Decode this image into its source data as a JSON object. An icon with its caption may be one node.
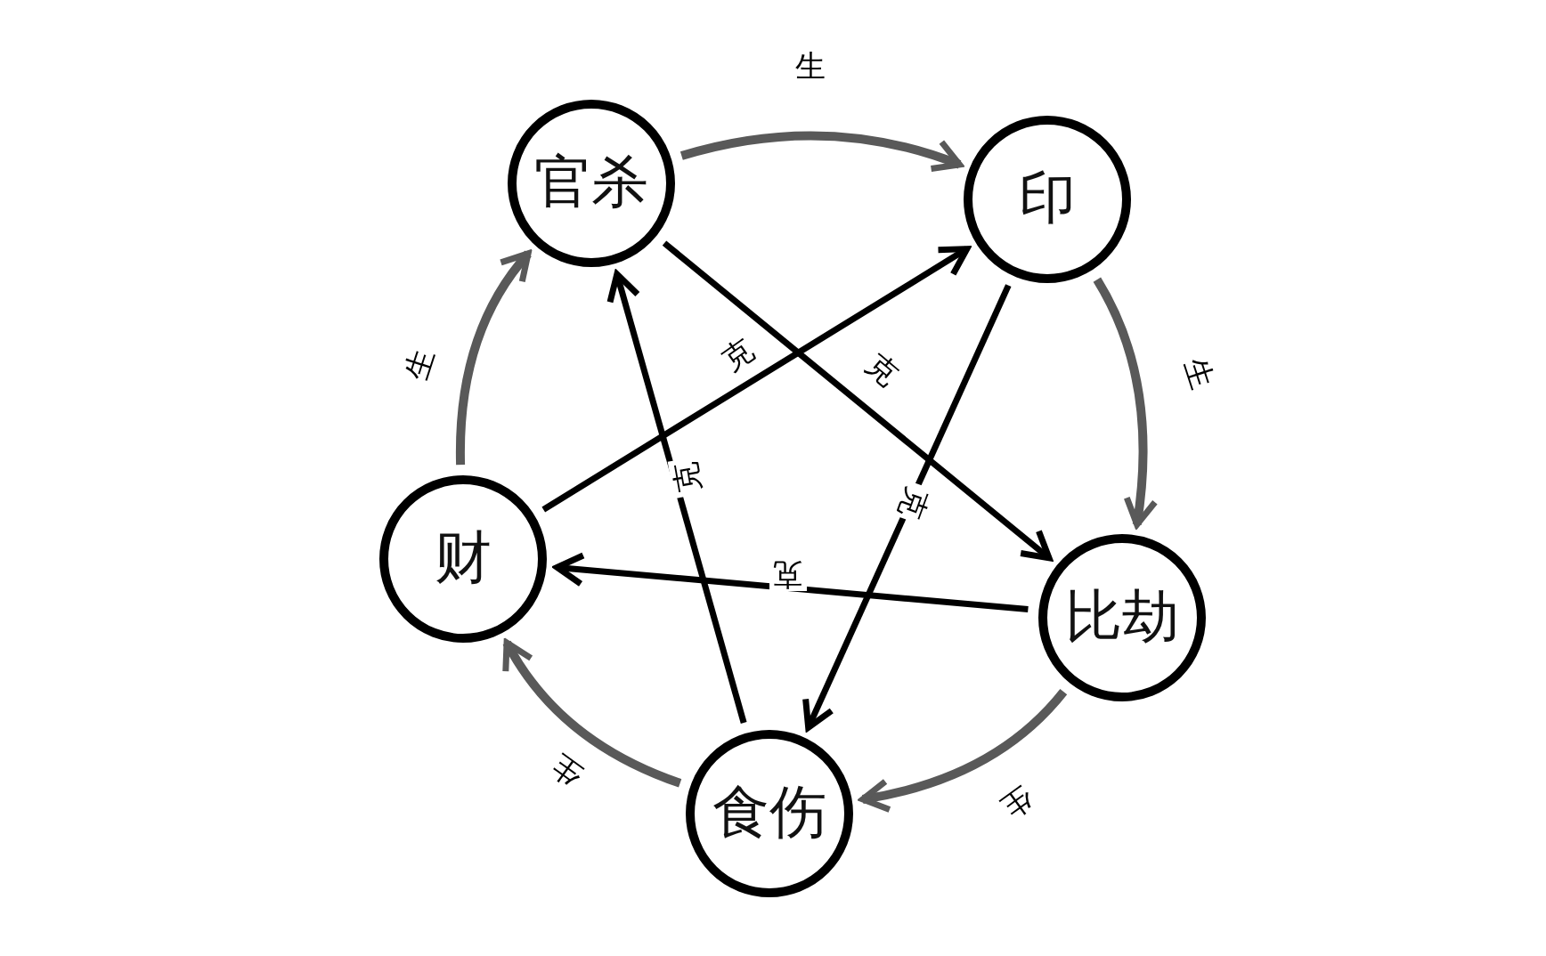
{
  "diagram": {
    "nodes": [
      {
        "text": [
          "官杀"
        ]
      },
      {
        "text": [
          "印"
        ]
      },
      {
        "text": [
          "比劫"
        ]
      },
      {
        "text": [
          "食伤"
        ]
      },
      {
        "text": [
          "财"
        ]
      }
    ],
    "edges": [
      {
        "from": 0,
        "to": 1,
        "arrow": "to",
        "label": "生"
      },
      {
        "from": 1,
        "to": 2,
        "arrow": "to",
        "label": "生"
      },
      {
        "from": 2,
        "to": 3,
        "arrow": "to",
        "label": "生"
      },
      {
        "from": 3,
        "to": 4,
        "arrow": "to",
        "label": "生"
      },
      {
        "from": 4,
        "to": 0,
        "arrow": "to",
        "label": "生"
      },
      {
        "from": 0,
        "to": 2,
        "arrow": "to",
        "label": "克",
        "color": "#000000"
      },
      {
        "from": 2,
        "to": 4,
        "arrow": "to",
        "label": "克",
        "color": "#000000"
      },
      {
        "from": 4,
        "to": 1,
        "arrow": "to",
        "label": "克",
        "color": "#000000"
      },
      {
        "from": 1,
        "to": 3,
        "arrow": "to",
        "label": "克",
        "color": "#000000"
      },
      {
        "from": 3,
        "to": 0,
        "arrow": "to",
        "label": "克",
        "color": "#000000"
      }
    ]
  }
}
